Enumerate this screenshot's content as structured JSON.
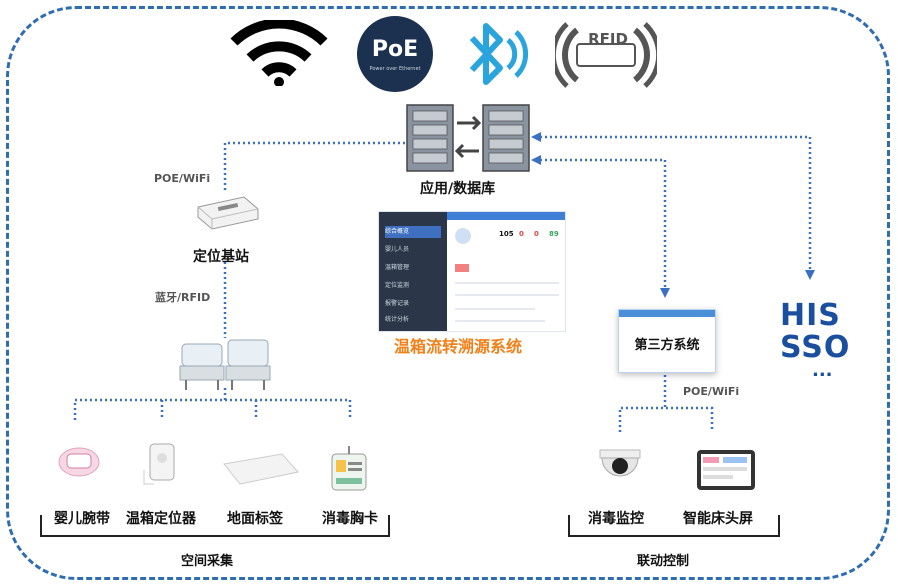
{
  "icons": {
    "wifi": "wifi-icon",
    "poe": {
      "label": "PoE",
      "sub": "Power over Ethernet"
    },
    "bluetooth": "bluetooth-icon",
    "rfid": {
      "label": "RFID"
    }
  },
  "server": {
    "label": "应用/数据库"
  },
  "left_link": {
    "poe_wifi": "POE/WiFi",
    "bt_rfid": "蓝牙/RFID"
  },
  "base_station": {
    "label": "定位基站"
  },
  "system": {
    "title": "温箱流转溯源系统",
    "stats": [
      "105",
      "0",
      "0",
      "89"
    ],
    "menu": [
      "综合概览",
      "婴儿人员",
      "温箱管理",
      "定位监测",
      "报警记录",
      "统计分析"
    ]
  },
  "third_party": {
    "label": "第三方系统"
  },
  "his": {
    "line1": "HIS",
    "line2": "SSO",
    "more": "..."
  },
  "right_link": {
    "poe_wifi": "POE/WiFi"
  },
  "devices_left": [
    "婴儿腕带",
    "温箱定位器",
    "地面标签",
    "消毒胸卡"
  ],
  "devices_right": [
    "消毒监控",
    "智能床头屏"
  ],
  "groups": {
    "left": "空间采集",
    "right": "联动控制"
  },
  "colors": {
    "frame": "#2f6db3",
    "link": "#3a6fc4",
    "accent": "#f0801a",
    "his": "#1a4e9e"
  }
}
